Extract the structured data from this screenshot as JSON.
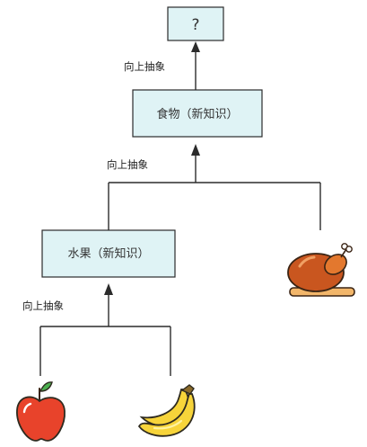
{
  "nodes": {
    "top": {
      "label": "?"
    },
    "food": {
      "label": "食物（新知识）"
    },
    "fruit": {
      "label": "水果（新知识）"
    }
  },
  "edges": {
    "food_to_top": {
      "label": "向上抽象"
    },
    "fruit_chicken_to_food": {
      "label": "向上抽象"
    },
    "apple_banana_to_fruit": {
      "label": "向上抽象"
    }
  },
  "illustrations": {
    "apple": {
      "icon": "apple-icon",
      "color": "#e8432b"
    },
    "banana": {
      "icon": "banana-icon",
      "color": "#f7d43a"
    },
    "chicken": {
      "icon": "roast-chicken-icon",
      "color": "#c9561f"
    }
  },
  "colors": {
    "box_fill": "#dff3f5",
    "line": "#2b2b2b"
  }
}
